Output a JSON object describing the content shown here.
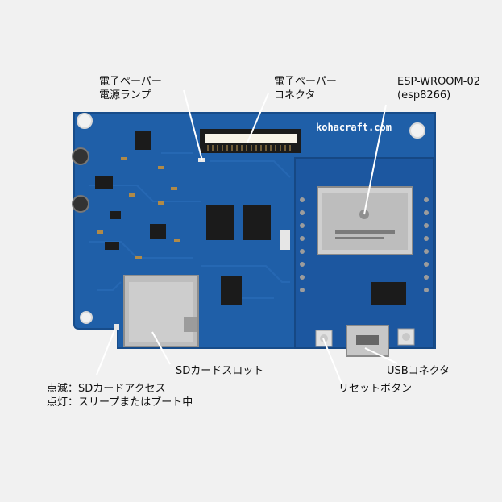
{
  "board": {
    "brand_silkscreen": "kohacraft.com",
    "colors": {
      "background": "#f1f1f1",
      "pcb": "#1f5fa8",
      "pcb_dark": "#174c8a",
      "silkscreen": "#ffffff",
      "metal": "#b9b9b9",
      "chip": "#1b1b1b",
      "leader": "#ffffff",
      "text": "#111111"
    }
  },
  "annotations": {
    "epaper_lamp": {
      "lines": [
        "電子ペーパー",
        "電源ランプ"
      ]
    },
    "epaper_connector": {
      "lines": [
        "電子ペーパー",
        "コネクタ"
      ]
    },
    "esp_module": {
      "lines": [
        "ESP-WROOM-02",
        "(esp8266)"
      ]
    },
    "sd_slot": {
      "lines": [
        "SDカードスロット"
      ]
    },
    "status_led": {
      "lines": [
        "点滅：SDカードアクセス",
        "点灯：スリープまたはブート中"
      ]
    },
    "reset_button": {
      "lines": [
        "リセットボタン"
      ]
    },
    "usb_connector": {
      "lines": [
        "USBコネクタ"
      ]
    }
  }
}
